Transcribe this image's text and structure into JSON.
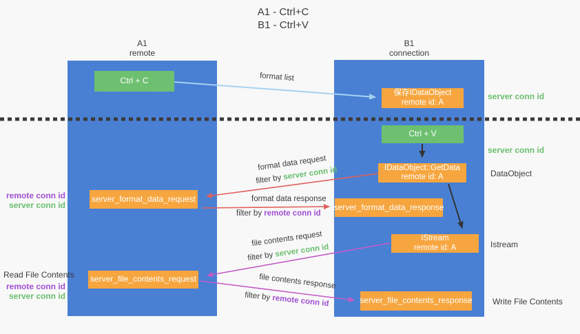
{
  "title": {
    "line1": "A1 - Ctrl+C",
    "line2": "B1 - Ctrl+V"
  },
  "lanes": {
    "a1": {
      "name": "A1",
      "subtitle": "remote"
    },
    "b1": {
      "name": "B1",
      "subtitle": "connection"
    }
  },
  "boxes": {
    "ctrl_c": "Ctrl + C",
    "ctrl_v": "Ctrl + V",
    "save_idataobject": {
      "line1": "保存IDataObject",
      "line2": "remote id: A"
    },
    "getdata": {
      "line1": "IDataObject::GetData",
      "line2": "remote id: A"
    },
    "istream": {
      "line1": "IStream",
      "line2": "remote id: A"
    },
    "format_data_request": "server_format_data_request",
    "format_data_response": "server_format_data_response",
    "file_contents_request": "server_file_contents_request",
    "file_contents_response": "server_file_contents_response"
  },
  "arrow_labels": {
    "format_list": "format list",
    "format_data_request": "format data request",
    "filter_server_1": {
      "prefix": "filter by ",
      "id": "server conn id"
    },
    "format_data_response": "format data response",
    "filter_remote_1": {
      "prefix": "filter by ",
      "id": "remote conn id"
    },
    "file_contents_request": "file contents request",
    "filter_server_2": {
      "prefix": "filter by ",
      "id": "server conn id"
    },
    "file_contents_response": "file contents response",
    "filter_remote_2": {
      "prefix": "filter by ",
      "id": "remote conn id"
    }
  },
  "side_labels": {
    "left": {
      "remote_conn_1": "remote conn id",
      "server_conn_1": "server conn id",
      "read_file": "Read File Contents",
      "remote_conn_2": "remote conn id",
      "server_conn_2": "server conn id"
    },
    "right": {
      "server_conn_1": "server conn id",
      "server_conn_2": "server conn id",
      "dataobject": "DataObject",
      "istream": "Istream",
      "write_file": "Write File Contents"
    }
  },
  "colors": {
    "lane-blue": "#4a80d4",
    "box-green": "#6ec071",
    "box-orange": "#f7a63f",
    "arrow-blue": "#a6d2f0",
    "arrow-red": "#e0605c",
    "arrow-magenta": "#c45ac8",
    "text-green": "#6abf6e",
    "text-purple": "#a04fd2",
    "text-dark": "#3b3b3b"
  }
}
